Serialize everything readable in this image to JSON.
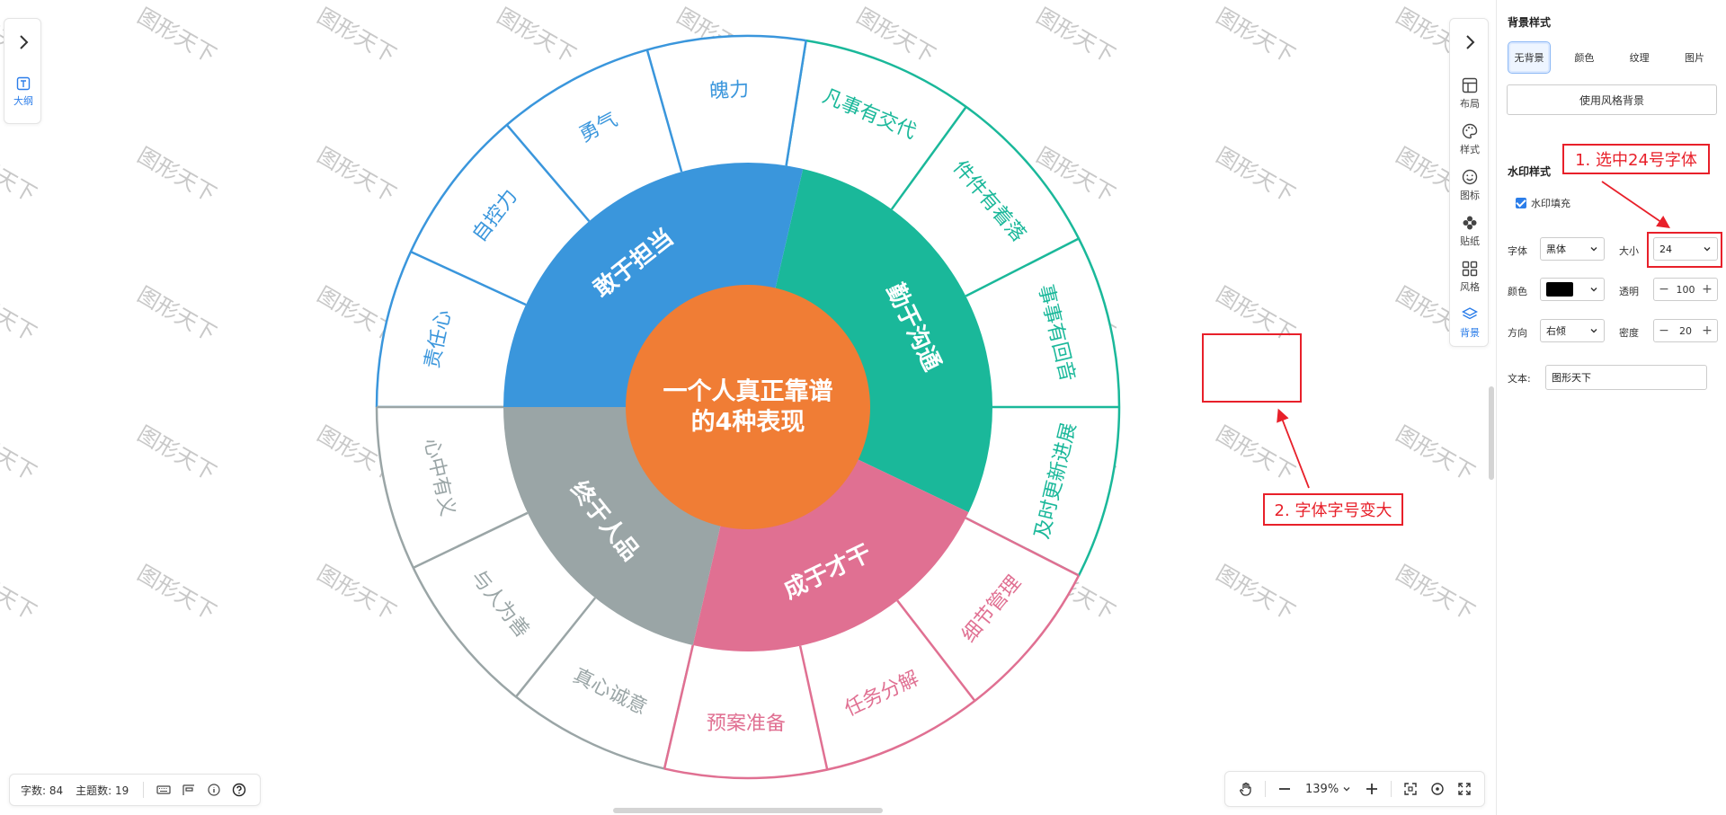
{
  "watermark": {
    "text": "图形天下",
    "color": "#c8c8c8"
  },
  "left_panel": {
    "outline_label": "大纲",
    "icons": [
      "chevron-right-icon",
      "outline-icon"
    ]
  },
  "mindmap": {
    "center": {
      "lines": [
        "一个人真正靠谱",
        "的4种表现"
      ],
      "color": "#f07d35"
    },
    "branches": [
      {
        "label": "勤于沟通",
        "color": "#1ab89a",
        "children": [
          "及时更新进展",
          "事事有回音",
          "件件有着落",
          "凡事有交代"
        ]
      },
      {
        "label": "敢于担当",
        "color": "#3a96dc",
        "children": [
          "魄力",
          "勇气",
          "自控力",
          "责任心"
        ]
      },
      {
        "label": "终于人品",
        "color": "#9aa5a6",
        "children": [
          "心中有义",
          "与人为善",
          "真心诚意"
        ]
      },
      {
        "label": "成于才干",
        "color": "#e07092",
        "children": [
          "预案准备",
          "任务分解",
          "细节管理"
        ]
      }
    ]
  },
  "status_bar": {
    "word_count": "字数: 84",
    "topic_count": "主题数: 19",
    "icons": [
      "keyboard-icon",
      "layout-icon",
      "info-icon",
      "help-icon"
    ]
  },
  "zoom_bar": {
    "zoom": "139%",
    "icons": [
      "hand-icon",
      "minus-icon",
      "plus-icon",
      "fit-icon",
      "center-icon",
      "fullscreen-icon"
    ]
  },
  "right_toolbar": {
    "items": [
      {
        "label": "布局",
        "icon": "layout-icon",
        "active": false
      },
      {
        "label": "样式",
        "icon": "palette-icon",
        "active": false
      },
      {
        "label": "图标",
        "icon": "smiley-icon",
        "active": false
      },
      {
        "label": "贴纸",
        "icon": "sticker-icon",
        "active": false
      },
      {
        "label": "风格",
        "icon": "grid-icon",
        "active": false
      },
      {
        "label": "背景",
        "icon": "layers-icon",
        "active": true
      }
    ]
  },
  "side_panel": {
    "bg_title": "背景样式",
    "bg_tabs": [
      "无背景",
      "颜色",
      "纹理",
      "图片"
    ],
    "active_bg_tab": "无背景",
    "style_bg_button": "使用风格背景",
    "wm_title": "水印样式",
    "wm_fill_label": "水印填充",
    "wm_fill_checked": true,
    "font_label": "字体",
    "font_value": "黑体",
    "size_label": "大小",
    "size_value": "24",
    "color_label": "颜色",
    "color_value": "#000000",
    "opacity_label": "透明",
    "opacity_value": "100",
    "direction_label": "方向",
    "direction_value": "右倾",
    "density_label": "密度",
    "density_value": "20",
    "text_label": "文本:",
    "text_value": "图形天下"
  },
  "annotations": {
    "label1": "1. 选中24号字体",
    "label2": "2. 字体字号变大",
    "color": "#e8202a"
  }
}
